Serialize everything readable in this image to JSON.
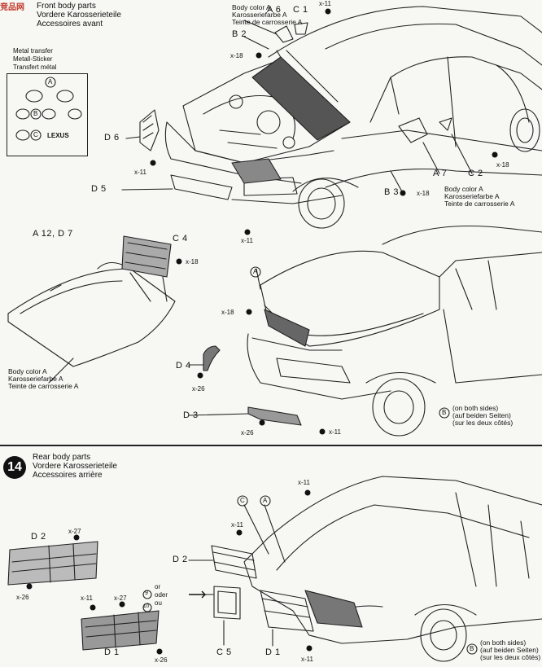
{
  "watermark": "竞品网",
  "front_section": {
    "title_en": "Front body parts",
    "title_de": "Vordere Karosserieteile",
    "title_fr": "Accessoires avant"
  },
  "metal_transfer": {
    "title_en": "Metal transfer",
    "title_de": "Metall-Sticker",
    "title_fr": "Transfert métal",
    "logo_word": "LEXUS"
  },
  "body_color_note": {
    "en": "Body color A",
    "de": "Karosseriefarbe A",
    "fr": "Teinte de carrosserie A"
  },
  "both_sides_note": {
    "en": "(on both sides)",
    "de": "(auf beiden Seiten)",
    "fr": "(sur les deux côtés)"
  },
  "rear_section": {
    "step_number": "14",
    "title_en": "Rear body parts",
    "title_de": "Vordere Karosserieteile",
    "title_fr": "Accessoires arrière"
  },
  "or_text": {
    "en": "or",
    "de": "oder",
    "fr": "ou"
  },
  "part_labels": {
    "A6": "A 6",
    "C1": "C 1",
    "B2": "B 2",
    "D6": "D 6",
    "D5": "D 5",
    "B3": "B 3",
    "A7": "A 7",
    "C2": "C 2",
    "A12_D7": "A 12, D 7",
    "C4": "C 4",
    "D4": "D 4",
    "D3": "D 3",
    "D2": "D 2",
    "D1": "D 1",
    "C5": "C 5"
  },
  "screws": {
    "x11": "x-11",
    "x18": "x-18",
    "x26": "x-26",
    "x27": "x-27"
  },
  "circle_marks": {
    "A": "A",
    "B": "B",
    "C": "C",
    "n9": "9",
    "n10": "10"
  }
}
